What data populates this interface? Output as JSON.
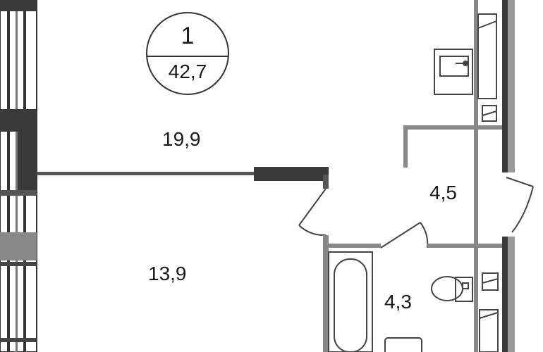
{
  "apartment": {
    "number": "1",
    "total_area": "42,7"
  },
  "rooms": [
    {
      "id": "living-room",
      "area": "19,9"
    },
    {
      "id": "bedroom",
      "area": "13,9"
    },
    {
      "id": "hallway",
      "area": "4,5"
    },
    {
      "id": "bathroom",
      "area": "4,3"
    }
  ],
  "colors": {
    "wall": "#3a3a3a",
    "wall_light": "#888888",
    "line": "#555555",
    "background": "#ffffff"
  }
}
